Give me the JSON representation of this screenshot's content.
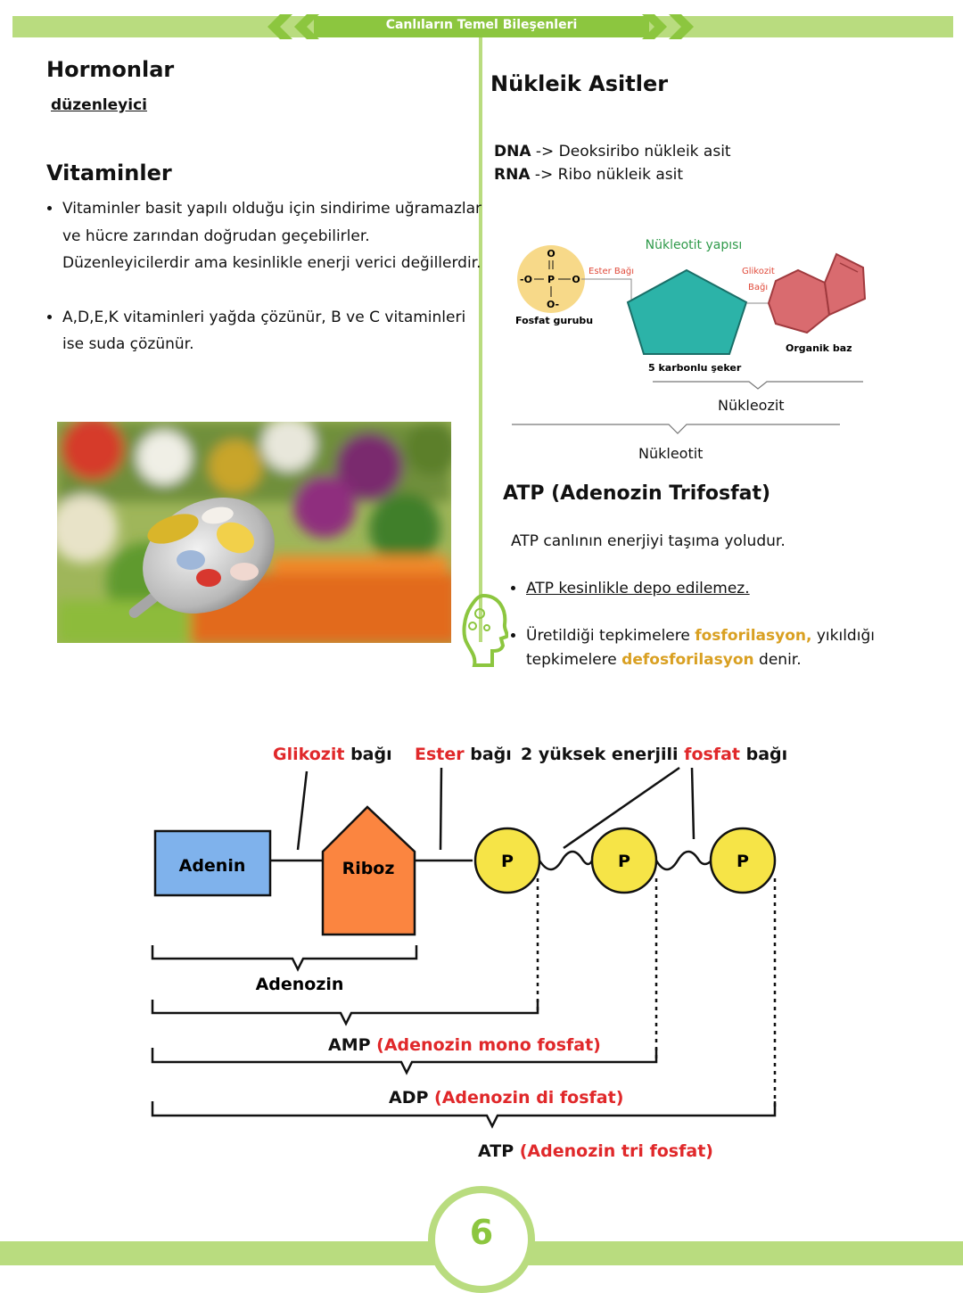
{
  "header": {
    "title": "Canlıların Temel Bileşenleri"
  },
  "left": {
    "hormones_title": "Hormonlar",
    "hormones_link": "düzenleyici",
    "vitamins_title": "Vitaminler",
    "vitamins_bullets": [
      "Vitaminler basit yapılı olduğu için sindirime uğramazlar ve hücre zarından doğrudan geçebilirler. Düzenleyicilerdir ama kesinlikle enerji verici değillerdir.",
      "A,D,E,K vitaminleri yağda çözünür, B ve C vitaminleri ise suda çözünür."
    ]
  },
  "right": {
    "nucleic_title": "Nükleik Asitler",
    "dna_abbr": "DNA",
    "dna_def": " -> Deoksiribo nükleik asit",
    "rna_abbr": "RNA",
    "rna_def": " -> Ribo nükleik asit",
    "nucleotide_diagram": {
      "title": "Nükleotit yapısı",
      "ester_bond": "Ester Bağı",
      "glycoside_bond_line1": "Glikozit",
      "glycoside_bond_line2": "Bağı",
      "phosphate_label": "Fosfat gurubu",
      "sugar_label": "5 karbonlu şeker",
      "base_label": "Organik baz",
      "phosphate_formula": {
        "o_top": "O",
        "o_left": "-O",
        "p": "P",
        "o_right": "O",
        "o_bottom": "O-"
      }
    },
    "nucleoside_label": "Nükleozit",
    "nucleotide_label": "Nükleotit",
    "atp_title": "ATP (Adenozin Trifosfat)",
    "atp_desc": "ATP canlının enerjiyi taşıma yoludur.",
    "atp_bullet1": "ATP kesinlikle depo edilemez.",
    "atp_bullet2": {
      "part1": "Üretildiği tepkimelere ",
      "term1": "fosforilasyon,",
      "part2": " yıkıldığı tepkimelere ",
      "term2": "defosforilasyon",
      "part3": " denir."
    }
  },
  "atp_diagram": {
    "glycoside_red": "Glikozit",
    "glycoside_rest": " bağı",
    "ester_red": "Ester",
    "ester_rest": " bağı",
    "high_energy_pre": "2 yüksek enerjili ",
    "high_energy_red": "fosfat",
    "high_energy_rest": " bağı",
    "adenine": "Adenin",
    "ribose": "Riboz",
    "phosphate": "P",
    "adenosine": "Adenozin",
    "amp": "AMP",
    "amp_full": " (Adenozin mono fosfat)",
    "adp": "ADP",
    "adp_full": " (Adenozin di fosfat)",
    "atp": "ATP",
    "atp_full": " (Adenozin tri fosfat)"
  },
  "footer": {
    "page_number": "6"
  },
  "colors": {
    "green_light": "#b9dc7f",
    "green": "#8cc63f",
    "red": "#e0282a",
    "orange_term": "#d9a022",
    "adenine_blue": "#7fb2ec",
    "ribose_orange": "#fb8540",
    "phosphate_yellow": "#f6e447",
    "sugar_teal": "#2cb3a8",
    "base_red": "#d96b6f"
  }
}
